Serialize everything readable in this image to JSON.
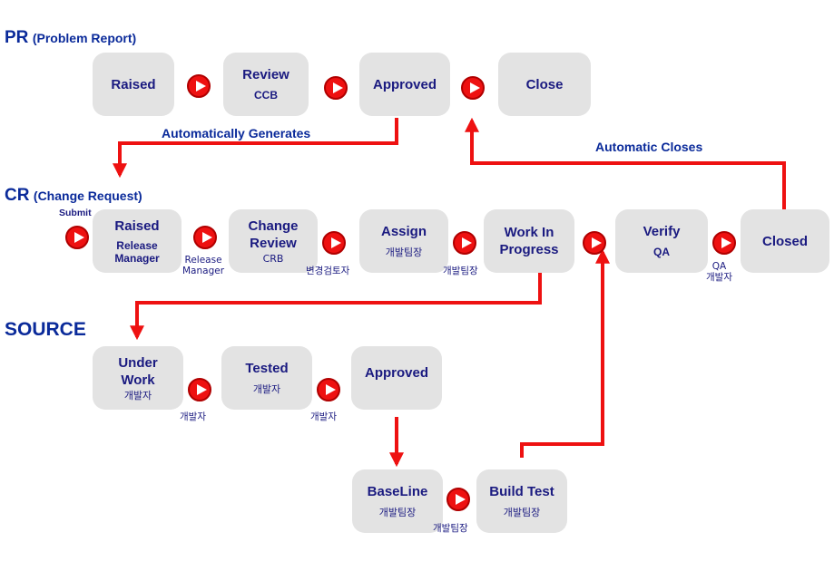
{
  "sections": {
    "pr": {
      "title": "PR",
      "subtitle": "(Problem Report)"
    },
    "cr": {
      "title": "CR",
      "subtitle": "(Change Request)"
    },
    "source": {
      "title": "SOURCE"
    }
  },
  "pr_nodes": {
    "raised": {
      "label": "Raised"
    },
    "review": {
      "label": "Review",
      "sub": "CCB"
    },
    "approved": {
      "label": "Approved"
    },
    "close": {
      "label": "Close"
    }
  },
  "cr_nodes": {
    "raised": {
      "label": "Raised",
      "sub": "Release\nManager"
    },
    "change_review": {
      "label": "Change\nReview",
      "sub": "CRB"
    },
    "assign": {
      "label": "Assign",
      "sub": "개발팀장"
    },
    "work_in_progress": {
      "label": "Work In\nProgress"
    },
    "verify": {
      "label": "Verify",
      "sub": "QA"
    },
    "closed": {
      "label": "Closed"
    }
  },
  "source_nodes": {
    "under_work": {
      "label": "Under\nWork",
      "sub": "개발자"
    },
    "tested": {
      "label": "Tested",
      "sub": "개발자"
    },
    "approved": {
      "label": "Approved"
    },
    "baseline": {
      "label": "BaseLine",
      "sub": "개발팀장"
    },
    "build_test": {
      "label": "Build Test",
      "sub": "개발팀장"
    }
  },
  "edge_labels": {
    "auto_generates": "Automatically Generates",
    "auto_closes": "Automatic Closes",
    "submit": "Submit",
    "release_manager": "Release\nManager",
    "reviewer": "변경검토자",
    "dev_lead_1": "개발팀장",
    "qa_dev": "QA\n개발자",
    "dev_1": "개발자",
    "dev_2": "개발자",
    "dev_lead_2": "개발팀장"
  },
  "colors": {
    "box": "#e3e3e3",
    "text": "#1a1a80",
    "heading": "#0a2a9a",
    "flow": "#ee1111"
  }
}
